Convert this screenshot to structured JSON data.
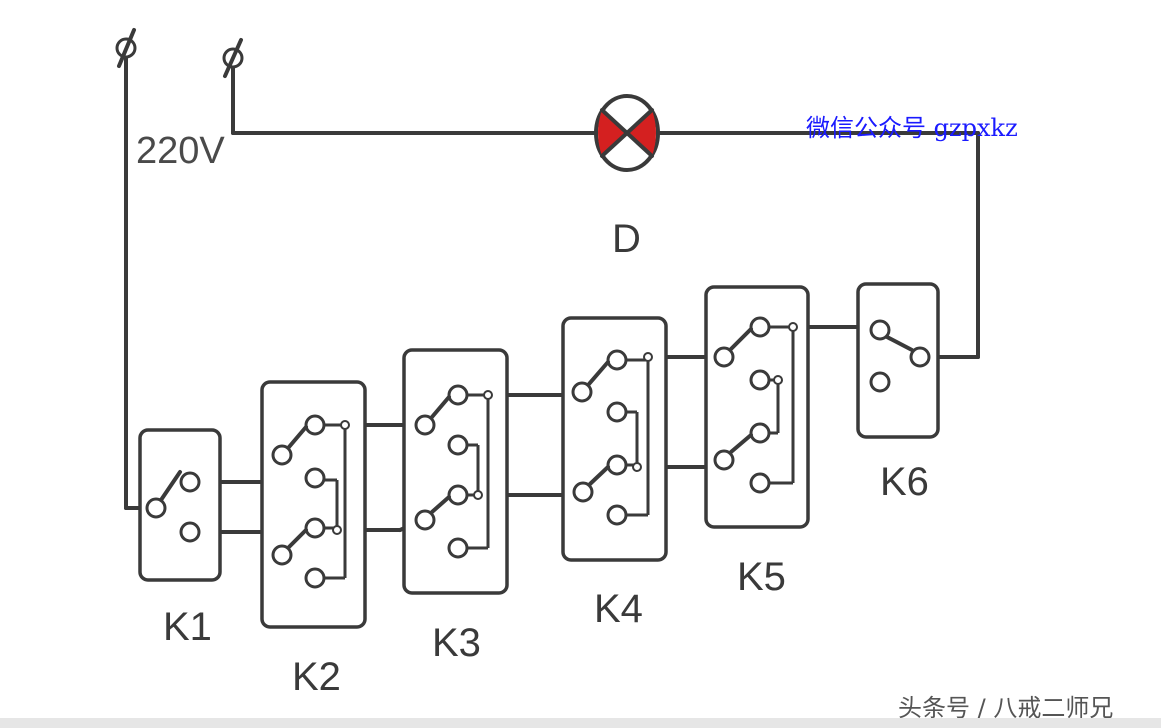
{
  "voltage_label": "220V",
  "lamp_label": "D",
  "switches": [
    {
      "id": "k1",
      "label": "K1"
    },
    {
      "id": "k2",
      "label": "K2"
    },
    {
      "id": "k3",
      "label": "K3"
    },
    {
      "id": "k4",
      "label": "K4"
    },
    {
      "id": "k5",
      "label": "K5"
    },
    {
      "id": "k6",
      "label": "K6"
    }
  ],
  "wechat_text": "微信公众号 gzpxkz",
  "watermark": "头条号 / 八戒二师兄",
  "colors": {
    "wire": "#3a3a3a",
    "lamp_fill": "#d42020",
    "wechat_text": "#1a1aff",
    "watermark": "#555555"
  },
  "icons": {
    "terminal": "terminal-symbol-icon",
    "lamp": "lamp-symbol-icon"
  }
}
